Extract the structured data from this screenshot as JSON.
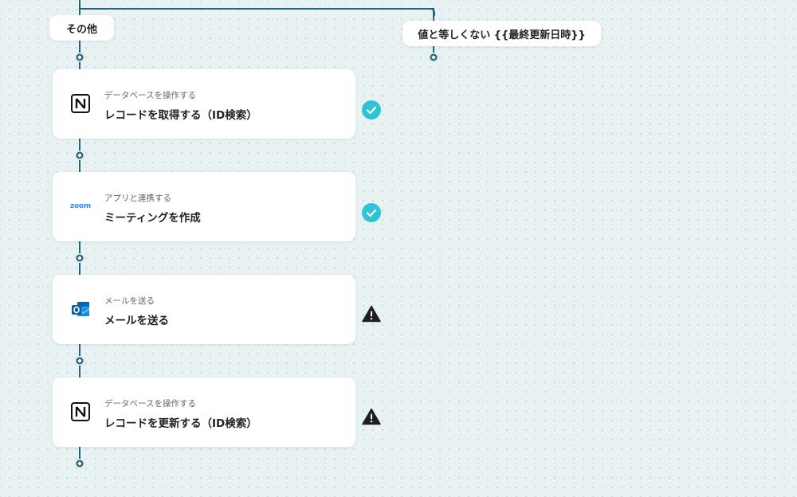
{
  "branches": {
    "left_label": "その他",
    "right_label": "値と等しくない {{最終更新日時}}"
  },
  "steps": [
    {
      "subtitle": "データベースを操作する",
      "title": "レコードを取得する（ID検索）",
      "icon": "notion-icon",
      "status": "check-icon"
    },
    {
      "subtitle": "アプリと連携する",
      "title": "ミーティングを作成",
      "icon": "zoom-icon",
      "icon_text": "zoom",
      "status": "check-icon"
    },
    {
      "subtitle": "メールを送る",
      "title": "メールを送る",
      "icon": "outlook-icon",
      "status": "warning-icon"
    },
    {
      "subtitle": "データベースを操作する",
      "title": "レコードを更新する（ID検索）",
      "icon": "notion-icon",
      "status": "warning-icon"
    }
  ],
  "colors": {
    "line": "#1f6478",
    "check": "#2cc4d6",
    "warning": "#1e1e1e",
    "background": "#e8f2f3"
  }
}
